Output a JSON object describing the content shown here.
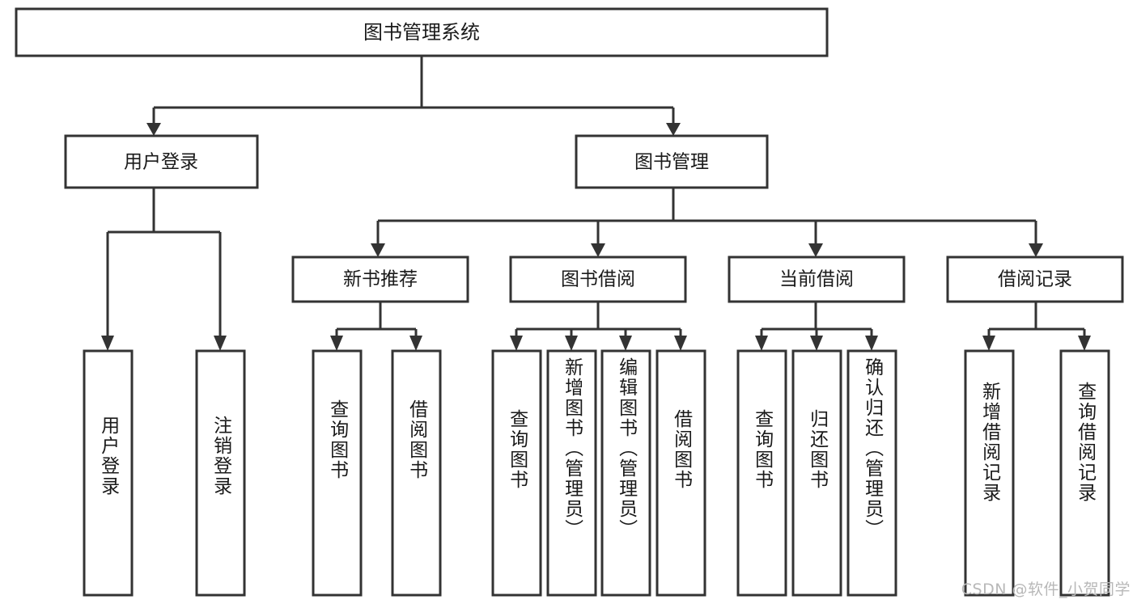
{
  "diagram": {
    "type": "tree",
    "title": "图书管理系统",
    "root": {
      "id": "root",
      "label": "图书管理系统",
      "orientation": "horizontal"
    },
    "level2": [
      {
        "id": "user-login",
        "label": "用户登录",
        "orientation": "horizontal"
      },
      {
        "id": "book-manage",
        "label": "图书管理",
        "orientation": "horizontal"
      }
    ],
    "level3": [
      {
        "id": "new-book-recommend",
        "label": "新书推荐",
        "orientation": "horizontal",
        "parent": "book-manage"
      },
      {
        "id": "book-borrow",
        "label": "图书借阅",
        "orientation": "horizontal",
        "parent": "book-manage"
      },
      {
        "id": "current-borrow",
        "label": "当前借阅",
        "orientation": "horizontal",
        "parent": "book-manage"
      },
      {
        "id": "borrow-record",
        "label": "借阅记录",
        "orientation": "horizontal",
        "parent": "book-manage"
      }
    ],
    "leaves": [
      {
        "id": "leaf-user-login",
        "label": "用户登录",
        "orientation": "vertical",
        "parent": "user-login"
      },
      {
        "id": "leaf-logout-login",
        "label": "注销登录",
        "orientation": "vertical",
        "parent": "user-login"
      },
      {
        "id": "leaf-query-book-1",
        "label": "查询图书",
        "orientation": "vertical",
        "parent": "new-book-recommend"
      },
      {
        "id": "leaf-borrow-book-1",
        "label": "借阅图书",
        "orientation": "vertical",
        "parent": "new-book-recommend"
      },
      {
        "id": "leaf-query-book-2",
        "label": "查询图书",
        "orientation": "vertical",
        "parent": "book-borrow"
      },
      {
        "id": "leaf-add-book",
        "label": "新增图书（管理员）",
        "orientation": "vertical",
        "parent": "book-borrow"
      },
      {
        "id": "leaf-edit-book",
        "label": "编辑图书（管理员）",
        "orientation": "vertical",
        "parent": "book-borrow"
      },
      {
        "id": "leaf-borrow-book-2",
        "label": "借阅图书",
        "orientation": "vertical",
        "parent": "book-borrow"
      },
      {
        "id": "leaf-query-book-3",
        "label": "查询图书",
        "orientation": "vertical",
        "parent": "current-borrow"
      },
      {
        "id": "leaf-return-book",
        "label": "归还图书",
        "orientation": "vertical",
        "parent": "current-borrow"
      },
      {
        "id": "leaf-confirm-return",
        "label": "确认归还（管理员）",
        "orientation": "vertical",
        "parent": "current-borrow"
      },
      {
        "id": "leaf-add-record",
        "label": "新增借阅记录",
        "orientation": "vertical",
        "parent": "borrow-record"
      },
      {
        "id": "leaf-query-record",
        "label": "查询借阅记录",
        "orientation": "vertical",
        "parent": "borrow-record"
      }
    ]
  },
  "watermark": {
    "text": "CSDN @软件_小贺同学"
  },
  "colors": {
    "stroke": "#333333",
    "box_fill": "#ffffff",
    "text": "#1a1a1a",
    "background": "#ffffff",
    "watermark": "#b8b8b8"
  }
}
